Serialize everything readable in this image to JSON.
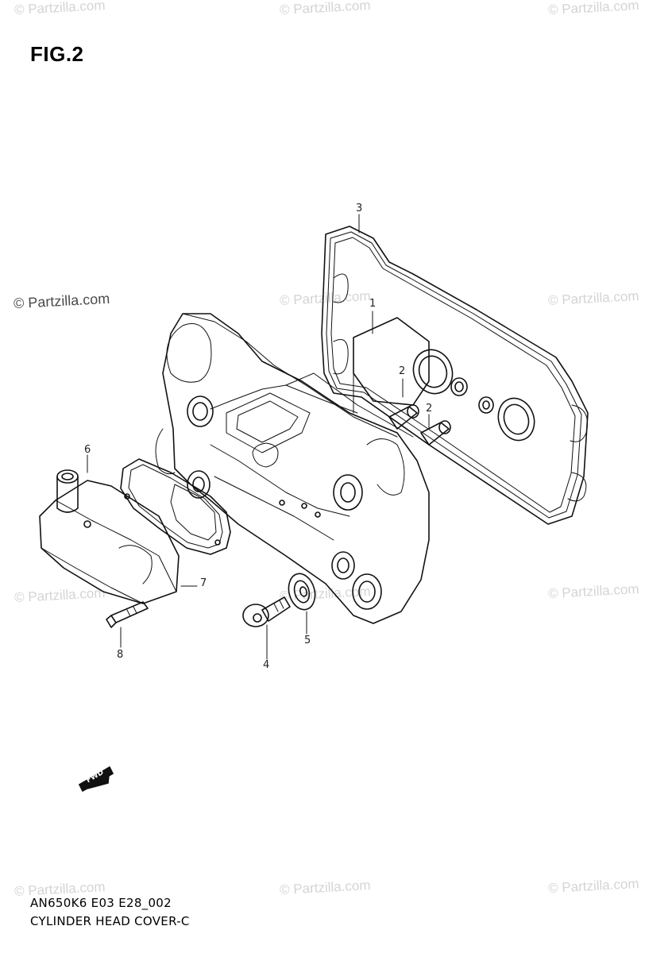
{
  "figure": {
    "title": "FIG.2"
  },
  "watermark": {
    "text": "© Partzilla.com"
  },
  "callouts": {
    "c1": "1",
    "c2a": "2",
    "c2b": "2",
    "c3": "3",
    "c4": "4",
    "c5": "5",
    "c6": "6",
    "c7": "7",
    "c8": "8"
  },
  "fwd_label": "FWD",
  "caption": {
    "code": "AN650K6 E03 E28_002",
    "name": "CYLINDER HEAD COVER-C"
  }
}
